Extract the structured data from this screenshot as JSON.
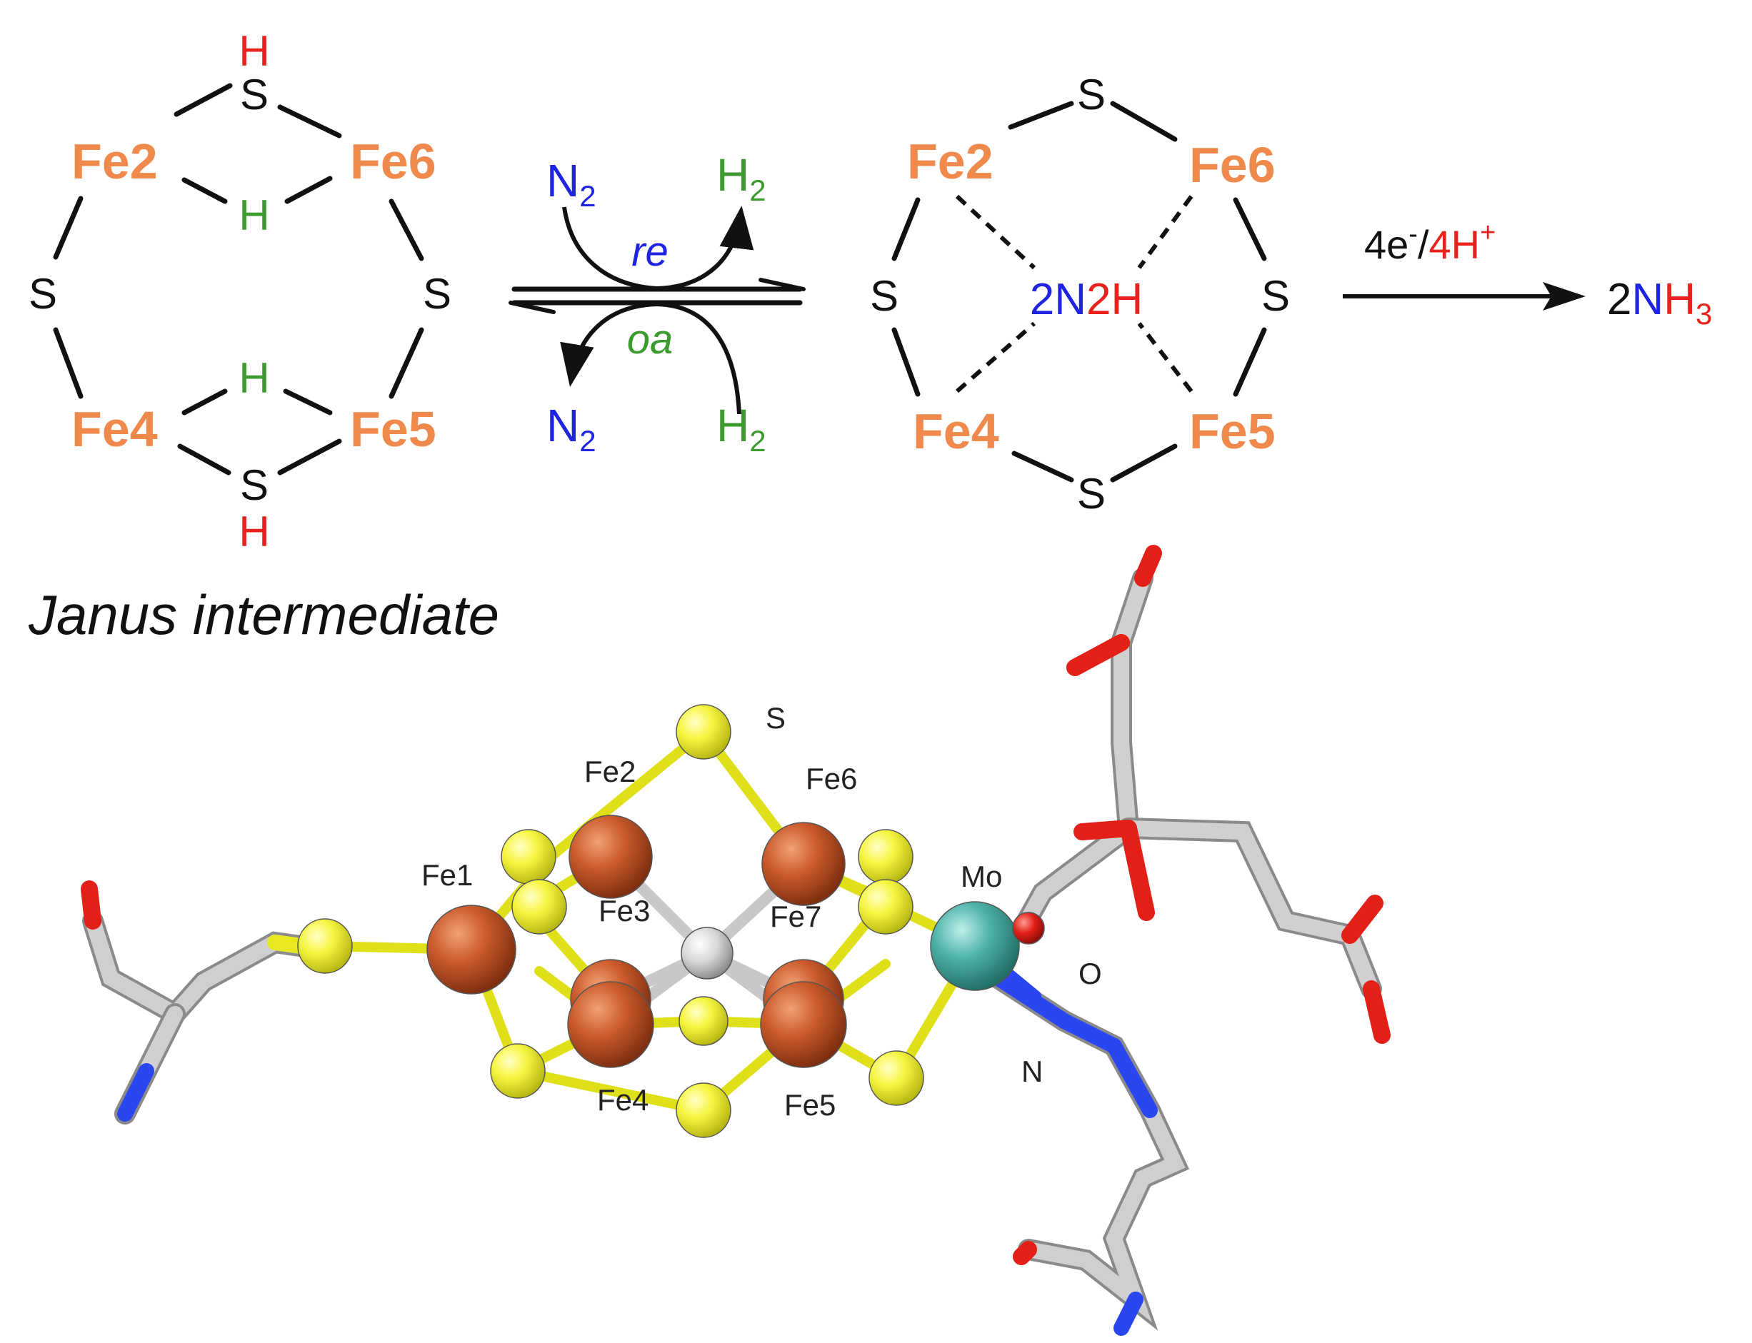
{
  "scheme": {
    "left_cluster": {
      "fe2": "Fe2",
      "fe6": "Fe6",
      "fe4": "Fe4",
      "fe5": "Fe5",
      "s": "S",
      "h": "H"
    },
    "equilibrium": {
      "n2": "N",
      "h2": "H",
      "sub2": "2",
      "forward": "re",
      "reverse": "oa"
    },
    "right_cluster": {
      "fe2": "Fe2",
      "fe6": "Fe6",
      "fe4": "Fe4",
      "fe5": "Fe5",
      "s": "S",
      "center_2a": "2",
      "center_n": "N",
      "center_2b": "2",
      "center_h": "H"
    },
    "reduction": {
      "electrons": "4e",
      "e_sup": "-",
      "slash": "/",
      "protons": "4H",
      "p_sup": "+",
      "product_2": "2",
      "product_n": "N",
      "product_h": "H",
      "product_sub": "3"
    },
    "caption": "Janus intermediate"
  },
  "model": {
    "labels": {
      "s": "S",
      "fe1": "Fe1",
      "fe2": "Fe2",
      "fe3": "Fe3",
      "fe4": "Fe4",
      "fe5": "Fe5",
      "fe6": "Fe6",
      "fe7": "Fe7",
      "mo": "Mo",
      "o": "O",
      "n": "N"
    }
  },
  "colors": {
    "fe_label": "#ef8a4c",
    "acidic_h": "#e8211d",
    "hydride_h": "#3c9a2f",
    "nitrogen": "#1e24e0",
    "sulfur_atom": "#f2f22e",
    "iron_atom": "#c8562a",
    "carbide_atom": "#d6d6d6",
    "molybdenum_atom": "#4fb3a9",
    "oxygen_atom": "#e0201c",
    "carbon_stick": "#c9c9c9"
  }
}
